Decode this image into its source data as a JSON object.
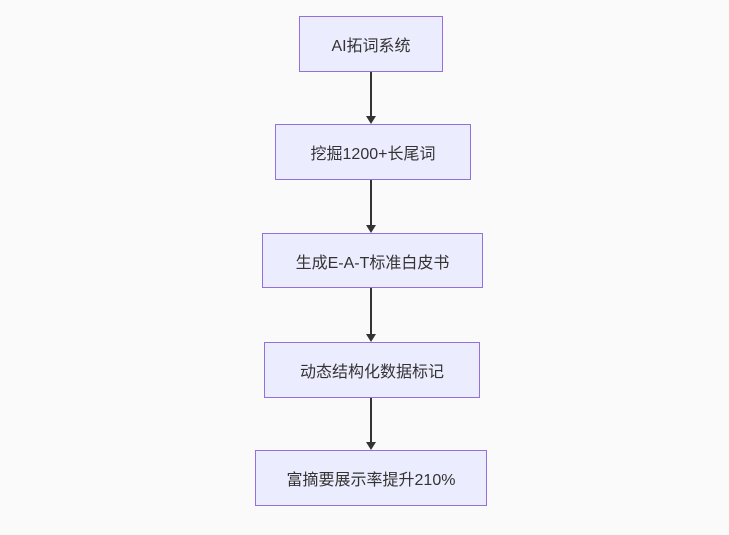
{
  "flowchart": {
    "type": "flowchart",
    "direction": "top-down",
    "nodes": [
      {
        "label": "AI拓词系统"
      },
      {
        "label": "挖掘1200+长尾词"
      },
      {
        "label": "生成E-A-T标准白皮书"
      },
      {
        "label": "动态结构化数据标记"
      },
      {
        "label": "富摘要展示率提升210%"
      }
    ],
    "edges": [
      {
        "from": 0,
        "to": 1
      },
      {
        "from": 1,
        "to": 2
      },
      {
        "from": 2,
        "to": 3
      },
      {
        "from": 3,
        "to": 4
      }
    ],
    "colors": {
      "node_fill": "#ececff",
      "node_border": "#9370db",
      "node_text": "#333333",
      "arrow": "#333333",
      "background": "#fafafa"
    }
  }
}
